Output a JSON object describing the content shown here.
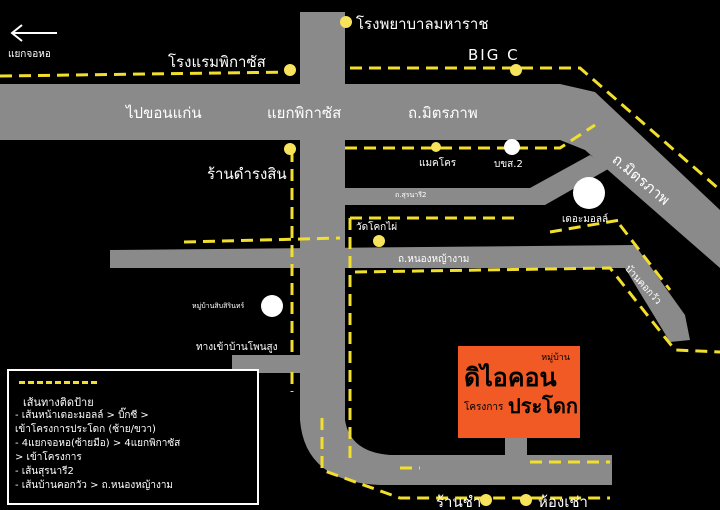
{
  "colors": {
    "background": "#000000",
    "road": "#8a8a8a",
    "route": "#f2de2c",
    "project": "#f15a24"
  },
  "icons": {
    "back": "left-arrow-icon"
  },
  "compass": {
    "label": "แยกจอหอ"
  },
  "roads": {
    "main": "ไปขอนแก่น",
    "junction": "แยกพิกาซัส",
    "mittraphap1": "ถ.มิตรภาพ",
    "mittraphap2": "ถ.มิตรภาพ",
    "surnaree": "ถ.สุรนารี2",
    "nongya": "ถ.หนองหญ้างาม",
    "khokwua": "บ้านคอกวัว"
  },
  "places": {
    "hospital": "โรงพยาบาลมหาราช",
    "hotel": "โรงแรมพิกาซัส",
    "bigc": "BIG C",
    "restaurant": "ร้านดำรงสิน",
    "makro": "แมคโคร",
    "bks": "บขส.2",
    "mall": "เดอะมอลล์",
    "temple": "วัดโคกไผ่",
    "village": "หมู่บ้านสิบสิรินทร์",
    "entrance": "ทางเข้าบ้านโพนสูง",
    "tea": "ร้านชำ",
    "rooms": "ห้องเช่า"
  },
  "project": {
    "small": "หมู่บ้าน",
    "name": "ดิไอคอน",
    "sub1": "โครงการ",
    "sub2": "ประโดก"
  },
  "legend": {
    "title": "เส้นทางติดป้าย",
    "items": [
      "-  เส้นหน้าเดอะมอลล์ > บิ๊กซี >",
      "    เข้าโครงการประโดก (ซ้าย/ขวา)",
      "- 4แยกจอหอ(ซ้ายมือ) > 4แยกพิกาซัส",
      "    > เข้าโครงการ",
      "- เส้นสุรนารี2",
      "- เส้นบ้านคอกวัว  >  ถ.หนองหญ้างาม"
    ]
  }
}
